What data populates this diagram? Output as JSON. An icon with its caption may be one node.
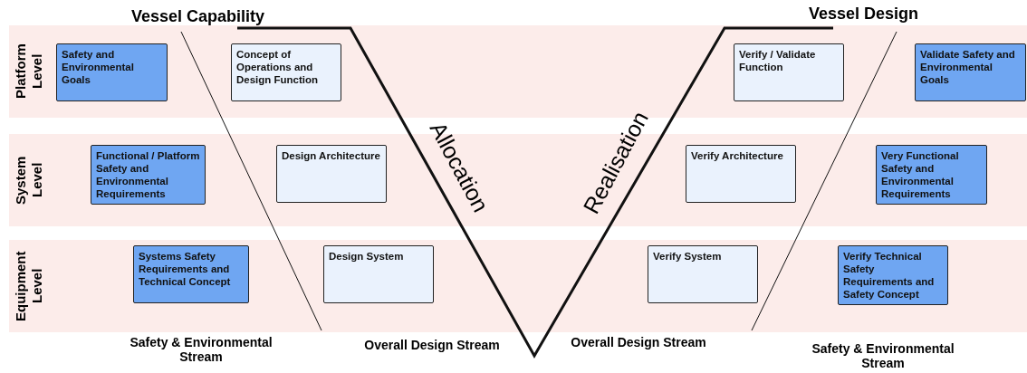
{
  "diagram": {
    "nodes": [
      {
        "text": [
          "Platform Level"
        ]
      },
      {
        "text": [
          "Safety and Environmental Goals"
        ],
        "in": 0
      },
      {
        "text": [
          "Concept of Operations and Design Function"
        ],
        "in": 0
      },
      {
        "text": [
          "Verify / Validate Function"
        ],
        "in": 0
      },
      {
        "text": [
          "Validate Safety and Environmental Goals"
        ],
        "in": 0
      },
      {
        "text": [
          "System Level"
        ]
      },
      {
        "text": [
          "Functional / Platform Safety and Environmental Requirements"
        ],
        "in": 5
      },
      {
        "text": [
          "Design Architecture"
        ],
        "in": 5
      },
      {
        "text": [
          "Verify Architecture"
        ],
        "in": 5
      },
      {
        "text": [
          "Very Functional Safety and Environmental Requirements"
        ],
        "in": 5
      },
      {
        "text": [
          "Equipment Level"
        ]
      },
      {
        "text": [
          "Systems Safety Requirements and Technical Concept"
        ],
        "in": 10
      },
      {
        "text": [
          "Design System"
        ],
        "in": 10
      },
      {
        "text": [
          "Verify System"
        ],
        "in": 10
      },
      {
        "text": [
          "Verify Technical Safety Requirements and Safety Concept"
        ],
        "in": 10
      }
    ],
    "labels": [
      "Vessel Capability",
      "Vessel Design",
      "Allocation",
      "Realisation",
      "Safety & Environmental Stream",
      "Overall Design Stream",
      "Overall Design Stream",
      "Safety & Environmental Stream"
    ]
  }
}
